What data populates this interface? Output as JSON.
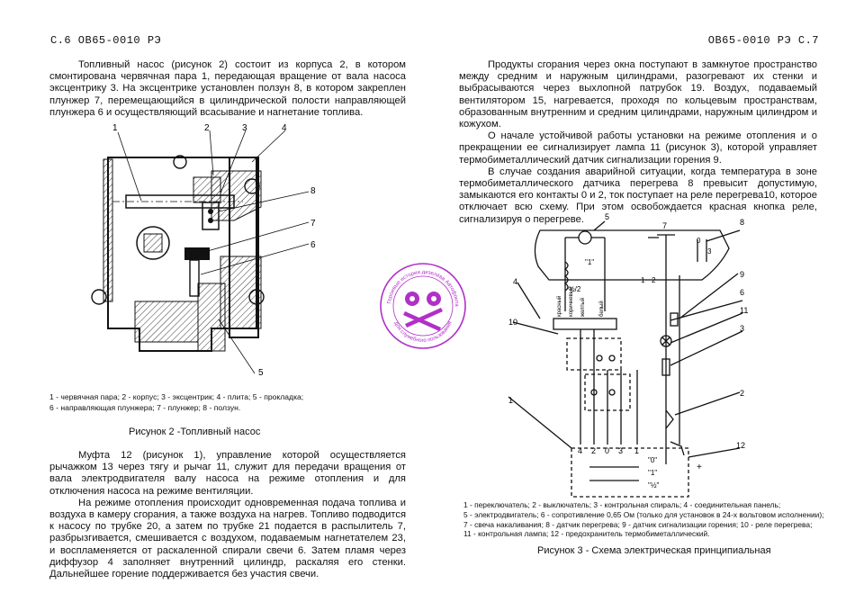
{
  "header": {
    "left": "С.6 ОВ65-0010 РЭ",
    "right": "ОВ65-0010 РЭ С.7"
  },
  "left_column": {
    "para1": "Топливный насос (рисунок 2) состоит из корпуса 2, в котором смонтирована червячная пара 1, передающая вращение от вала насоса эксцентрику 3. На эксцентрике установлен ползун 8, в котором закреплен плунжер 7, перемещающийся в цилиндрической полости направляющей плунжера 6 и осуществляющий всасывание и нагнетание топлива.",
    "figure2_legend": [
      "1 - червячная пара; 2 - корпус; 3 - эксцентрик; 4 - плита; 5 - прокладка;",
      "6 - направляющая плунжера; 7 - плунжер; 8 - ползун."
    ],
    "figure2_caption": "Рисунок 2 -Топливный насос",
    "figure2_labels": [
      "1",
      "2",
      "3",
      "4",
      "5",
      "6",
      "7",
      "8"
    ],
    "para2": "Муфта 12 (рисунок 1), управление которой осуществляется рычажком 13 через тягу и рычаг 11, служит для передачи вращения от вала электродвигателя валу насоса на режиме отопления и для отключения насоса на режиме вентиляции.",
    "para3": "На режиме отопления происходит одновременная подача топлива и воздуха в камеру сгорания, а также воздуха на нагрев. Топливо подводится к насосу по трубке 20, а затем по трубке 21 подается в распылитель 7, разбрызгивается, смешивается с воздухом, подаваемым нагнетателем 23, и воспламеняется от раскаленной спирали свечи 6. Затем пламя через диффузор 4 заполняет внутренний цилиндр, раскаляя его стенки. Дальнейшее горение поддерживается без участия свечи."
  },
  "right_column": {
    "para1": "Продукты сгорания через окна поступают в замкнутое пространство между средним и наружным цилиндрами, разогревают их стенки и выбрасываются через выхлопной патрубок 19. Воздух, подаваемый вентилятором 15, нагревается, проходя по кольцевым пространствам, образованным внутренним и средним цилиндрами, наружным цилиндром и кожухом.",
    "para2": "О начале устойчивой работы установки на режиме отопления и о прекращении ее сигнализирует лампа 11 (рисунок 3), которой управляет термобиметаллический датчик сигнализации горения 9.",
    "para3": "В случае создания аварийной ситуации, когда температура в зоне термобиметаллического датчика перегрева 8 превысит допустимую, замыкаются его контакты 0 и 2, ток поступает на реле перегрева10, которое отключает всю схему. При этом освобождается красная кнопка реле, сигнализируя о перегреве.",
    "figure3_legend": [
      "1 - переключатель; 2 - выключатель; 3 - контрольная спираль; 4 - соединительная панель;",
      "5 - электродвигатель; 6 - сопротивление 0,65 Ом (только для установок в 24-х вольтовом исполнении);",
      "7 - свеча накаливания; 8 - датчик перегрева; 9 - датчик сигнализации горения; 10 - реле перегрева;",
      "11 - контрольная лампа; 12 - предохранитель термобиметаллический."
    ],
    "figure3_caption": "Рисунок 3 - Схема электрическая принципиальная",
    "figure3_labels": {
      "n1": "1",
      "n2": "2",
      "n3": "3",
      "n4": "4",
      "n5": "5",
      "n6": "6",
      "n7": "7",
      "n8": "8",
      "n9": "9",
      "n10": "10",
      "n11": "11",
      "n12": "12",
      "wire_red": "красный",
      "wire_brown": "коричневый",
      "wire_yellow": "желтый",
      "wire_white": "белый",
      "pos0": "\"0\"",
      "pos1": "\"1\"",
      "pos12": "\"½\"",
      "plus": "+",
      "t4": "4",
      "t2": "2",
      "t0": "0",
      "t3": "3",
      "t1": "1",
      "c1": "1",
      "c2": "2",
      "c0": "0",
      "c3": "3",
      "m1": "\"1\"",
      "m12": "½/2"
    }
  },
  "stamp": {
    "text_top": "Героевые истории дизелёва Автофонта",
    "text_bottom": "для служебного пользования"
  },
  "colors": {
    "text": "#111111",
    "stamp": "#b030c8",
    "hatch": "#222222"
  }
}
